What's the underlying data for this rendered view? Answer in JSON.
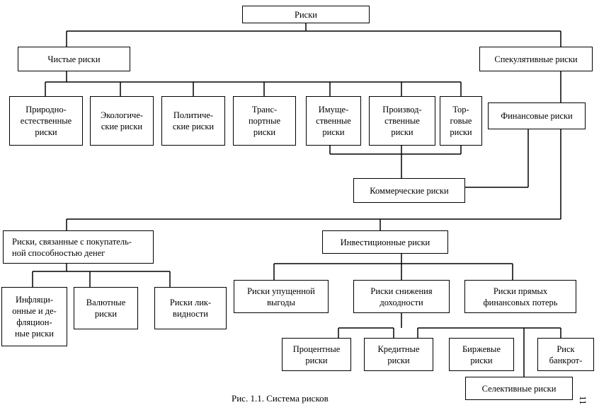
{
  "nodes": {
    "risks": "Риски",
    "pure": "Чистые риски",
    "speculative": "Спекулятивные риски",
    "natural": "Природно-\nестественные\nриски",
    "ecological": "Экологиче-\nские риски",
    "political": "Политиче-\nские риски",
    "transport": "Транс-\nпортные\nриски",
    "property": "Имуще-\nственные\nриски",
    "production": "Производ-\nственные\nриски",
    "trade": "Тор-\nговые\nриски",
    "financial": "Финансовые риски",
    "commercial": "Коммерческие риски",
    "purchasing": "Риски, связанные с покупатель-\nной способностью денег",
    "investment": "Инвестиционные риски",
    "inflation": "Инфляци-\nонные и де-\nфляцион-\nные риски",
    "currency": "Валютные\nриски",
    "liquidity": "Риски лик-\nвидности",
    "lost_profit": "Риски упущенной\nвыгоды",
    "yield_decline": "Риски снижения\nдоходности",
    "direct_losses": "Риски прямых\nфинансовых потерь",
    "interest": "Процентные\nриски",
    "credit": "Кредитные\nриски",
    "exchange": "Биржевые\nриски",
    "bankruptcy": "Риск\nбанкрот-",
    "selective": "Селективные риски"
  },
  "caption": "Рис. 1.1. Система рисков",
  "page_number": "11"
}
